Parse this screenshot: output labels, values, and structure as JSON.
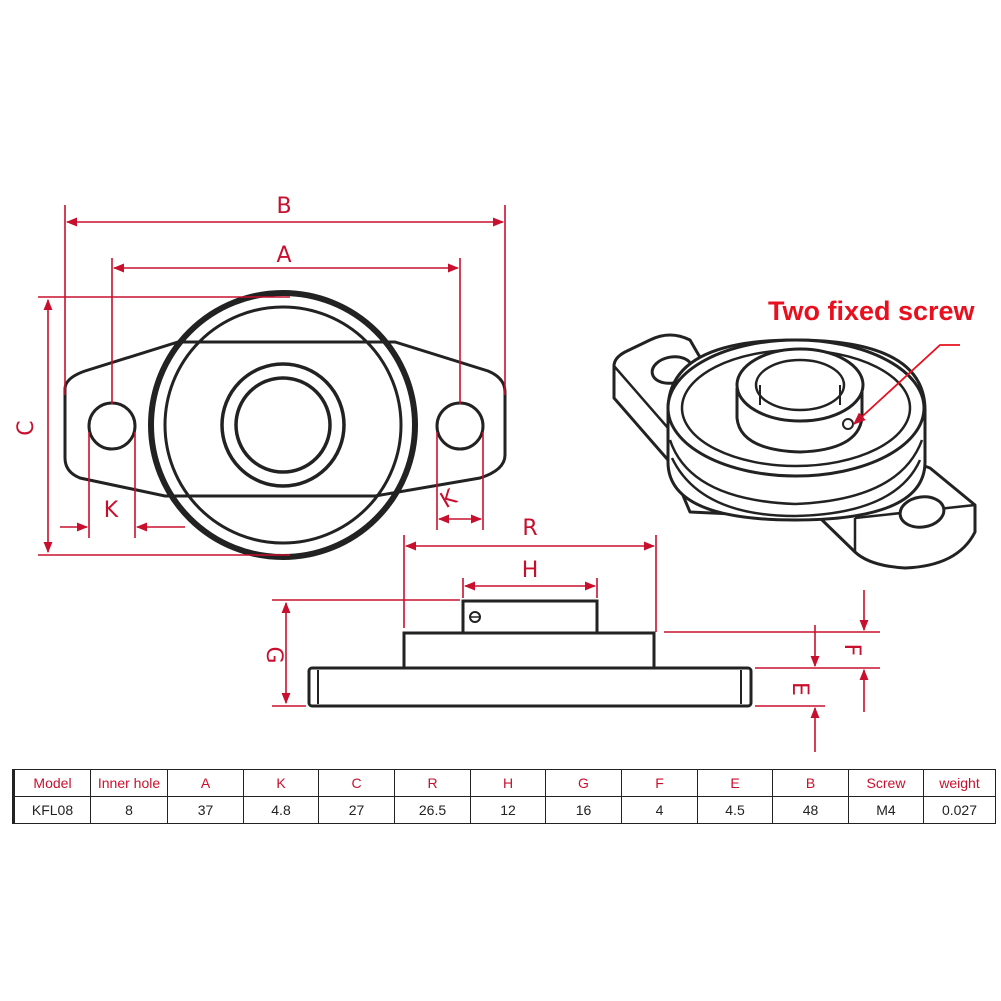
{
  "callout": "Two fixed screw",
  "labels": {
    "B": "B",
    "A": "A",
    "C": "C",
    "K1": "K",
    "K2": "K",
    "R": "R",
    "H": "H",
    "G": "G",
    "F": "F",
    "E": "E"
  },
  "table": {
    "headers": [
      "Model",
      "Inner hole",
      "A",
      "K",
      "C",
      "R",
      "H",
      "G",
      "F",
      "E",
      "B",
      "Screw",
      "weight"
    ],
    "rows": [
      [
        "KFL08",
        "8",
        "37",
        "4.8",
        "27",
        "26.5",
        "12",
        "16",
        "4",
        "4.5",
        "48",
        "M4",
        "0.027"
      ]
    ]
  },
  "colors": {
    "dimension": "#c8102e",
    "callout": "#e8101e",
    "outline": "#222222"
  }
}
